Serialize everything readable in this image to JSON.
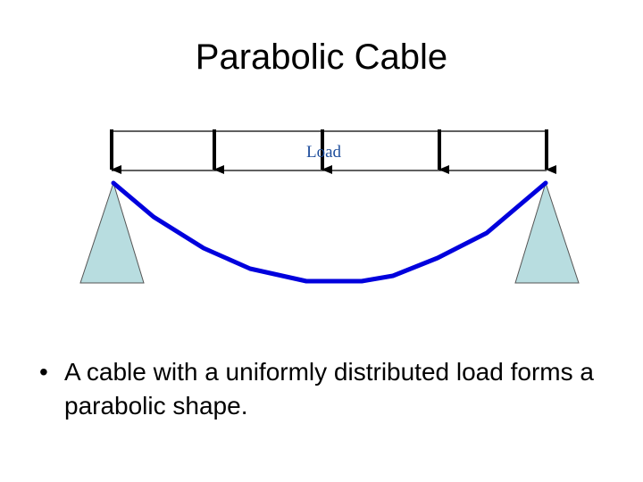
{
  "slide": {
    "title": "Parabolic Cable",
    "bullet": "A cable with a uniformly distributed load forms a parabolic shape.",
    "bullet_marker": "•"
  },
  "diagram": {
    "load_label": "Load",
    "colors": {
      "cable": "#0000dd",
      "support_fill": "#b8dde0",
      "support_stroke": "#555555",
      "load_arrows": "#000000",
      "load_label": "#1f4e9c"
    }
  }
}
